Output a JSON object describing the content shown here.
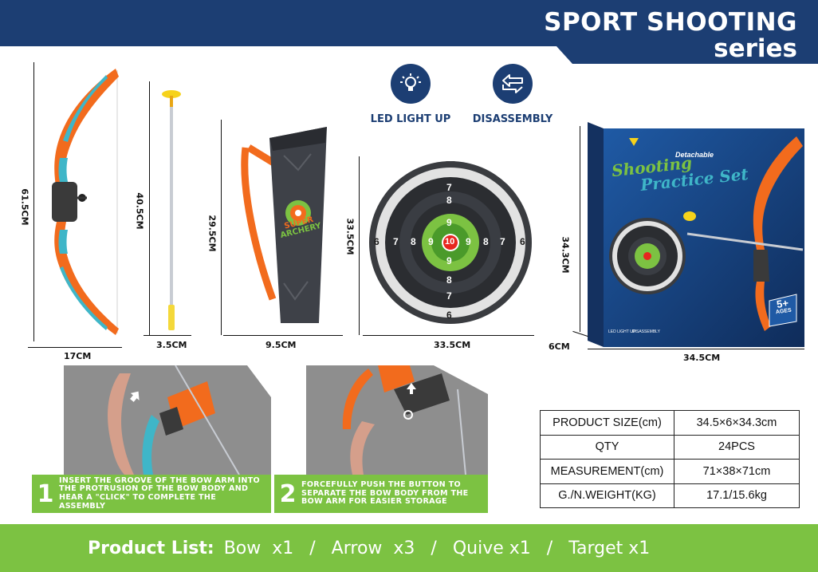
{
  "header": {
    "title_line1": "SPORT SHOOTING",
    "title_line2": "series",
    "bg_color": "#1c3e73"
  },
  "features": [
    {
      "label": "LED LIGHT UP",
      "icon": "light-bulb-icon"
    },
    {
      "label": "DISASSEMBLY",
      "icon": "arrows-swap-icon"
    }
  ],
  "dimensions": {
    "bow_height": "61.5CM",
    "bow_width": "17CM",
    "arrow_height": "40.5CM",
    "arrow_width": "3.5CM",
    "quiver_height": "29.5CM",
    "quiver_width": "9.5CM",
    "target_height": "33.5CM",
    "target_width": "33.5CM",
    "box_height": "34.3CM",
    "box_depth": "6CM",
    "box_width": "34.5CM"
  },
  "quiver_logo": {
    "line1": "SUPER",
    "line2": "ARCHERY"
  },
  "target": {
    "rings_outer": "6",
    "ring7": "7",
    "ring8": "8",
    "ring9": "9",
    "bullseye": "10"
  },
  "package": {
    "brand_line1": "Shooting",
    "brand_line2": "Practice Set",
    "tag": "Detachable",
    "age_line1": "5+",
    "age_line2": "AGES",
    "feat1": "LED LIGHT UP",
    "feat2": "DISASSEMBLY"
  },
  "steps": [
    {
      "number": "1",
      "text": "Insert the groove of the bow arm into the protrusion of the bow body and hear a \"click\" to complete the assembly"
    },
    {
      "number": "2",
      "text": "Forcefully push the button to separate the bow body from the bow arm for easier storage"
    }
  ],
  "spec_table": [
    {
      "key": "PRODUCT SIZE(cm)",
      "value": "34.5×6×34.3cm"
    },
    {
      "key": "QTY",
      "value": "24PCS"
    },
    {
      "key": "MEASUREMENT(cm)",
      "value": "71×38×71cm"
    },
    {
      "key": "G./N.WEIGHT(KG)",
      "value": "17.1/15.6kg"
    }
  ],
  "footer": {
    "lead": "Product List:",
    "items": [
      "Bow  x1",
      "Arrow  x3",
      "Quive x1",
      "Target x1"
    ],
    "separator": "/"
  },
  "colors": {
    "accent_green": "#7cc242",
    "navy": "#1c3e73",
    "orange": "#f26b1d",
    "teal": "#3fb6c8"
  }
}
